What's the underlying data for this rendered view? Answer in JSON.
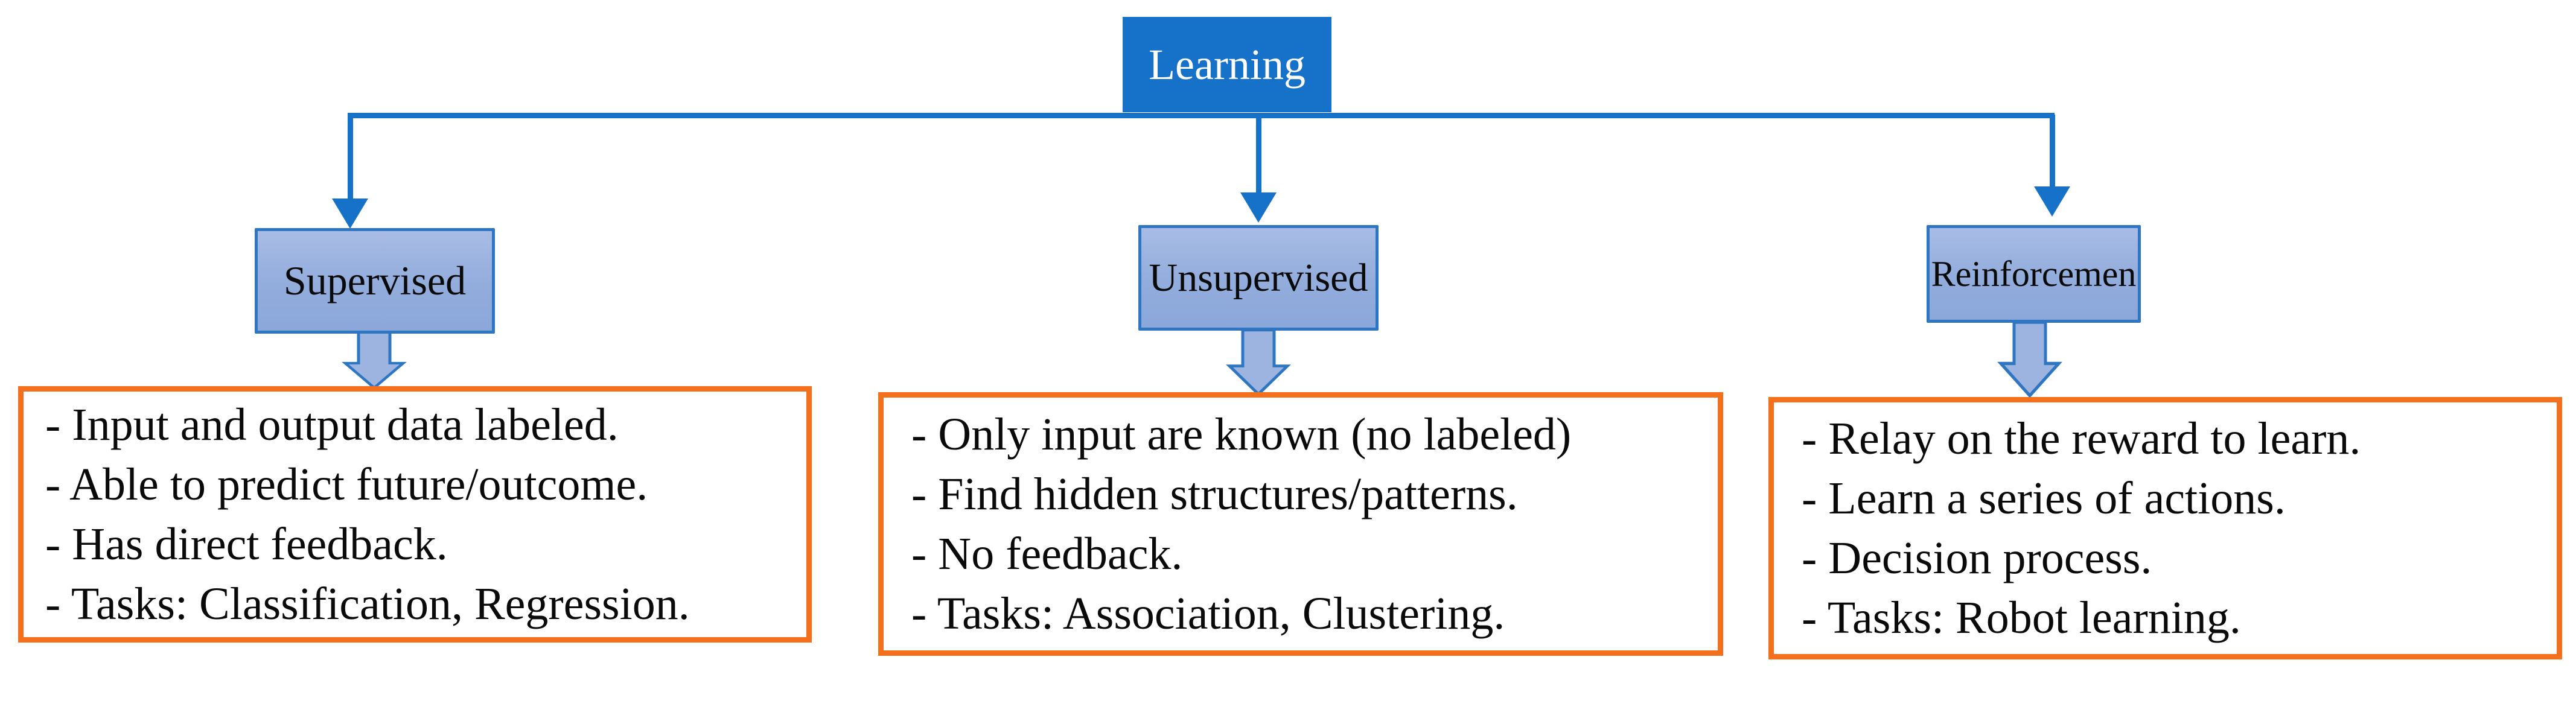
{
  "diagram": {
    "root_label": "Learning",
    "branches": [
      {
        "label": "Supervised",
        "points": [
          "- Input and output data labeled.",
          "- Able to predict future/outcome.",
          "- Has direct feedback.",
          "- Tasks: Classification, Regression."
        ]
      },
      {
        "label": "Unsupervised",
        "points": [
          "- Only input are known (no labeled)",
          "- Find hidden structures/patterns.",
          "- No feedback.",
          "- Tasks: Association, Clustering."
        ]
      },
      {
        "label": "Reinforcemen",
        "points": [
          "- Relay on the reward to learn.",
          "- Learn a series of actions.",
          "- Decision process.",
          "- Tasks: Robot learning."
        ]
      }
    ],
    "colors": {
      "root_fill": "#1572C8",
      "root_text": "#FFFFFF",
      "connector_blue": "#1572C8",
      "branch_fill": "#92ACDC",
      "branch_border": "#2F76C2",
      "block_arrow_fill": "#9DB4E0",
      "detail_border_orange": "#F4701D",
      "body_text": "#0A0A0A"
    }
  }
}
